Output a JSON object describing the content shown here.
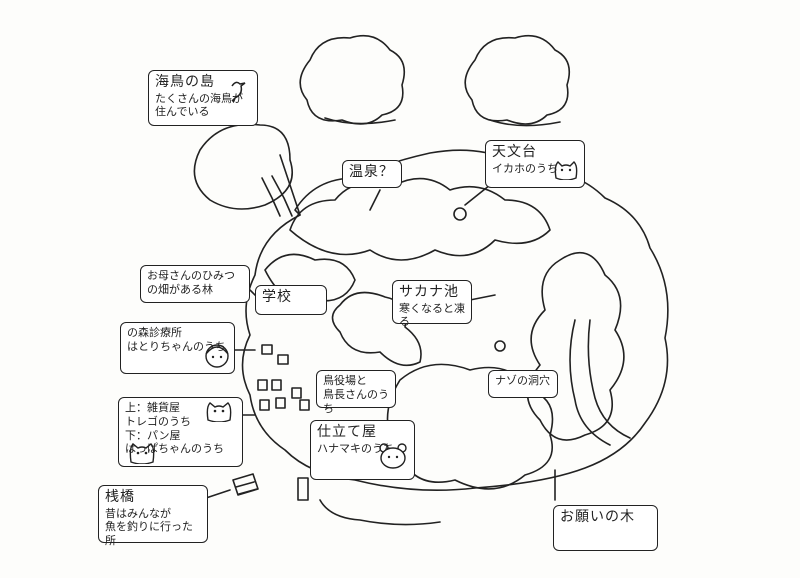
{
  "labels": {
    "seagull_island": {
      "title": "海鳥の島",
      "subtitle": "たくさんの海鳥が住んでいる"
    },
    "hot_spring": {
      "title": "温泉？"
    },
    "observatory": {
      "title": "天文台",
      "subtitle": "イカホのうち"
    },
    "mom_tree": {
      "title": "お母さんのひみつの畑がある林"
    },
    "school": {
      "title": "学校"
    },
    "fish_pond": {
      "title": "サカナ池",
      "subtitle": "寒くなると凍る"
    },
    "clinic": {
      "title": "の森診療所",
      "subtitle": "はとりちゃんのうち"
    },
    "mayor": {
      "title": "鳥役場と",
      "subtitle": "鳥長さんのうち"
    },
    "mystery_cave": {
      "title": "ナゾの洞穴"
    },
    "general_store": {
      "title": "上：雑貨屋",
      "subtitle": "トレゴのうち",
      "subtitle2": "下：パン屋",
      "subtitle3": "はっぱちゃんのうち"
    },
    "tailor": {
      "title": "仕立て屋",
      "subtitle": "ハナマキのうち"
    },
    "pier": {
      "title": "桟橋",
      "subtitle": "昔はみんなが",
      "subtitle2": "魚を釣りに行った所"
    },
    "wish_tree": {
      "title": "お願いの木"
    }
  },
  "colors": {
    "ink": "#222222",
    "paper": "#fdfdfb"
  }
}
